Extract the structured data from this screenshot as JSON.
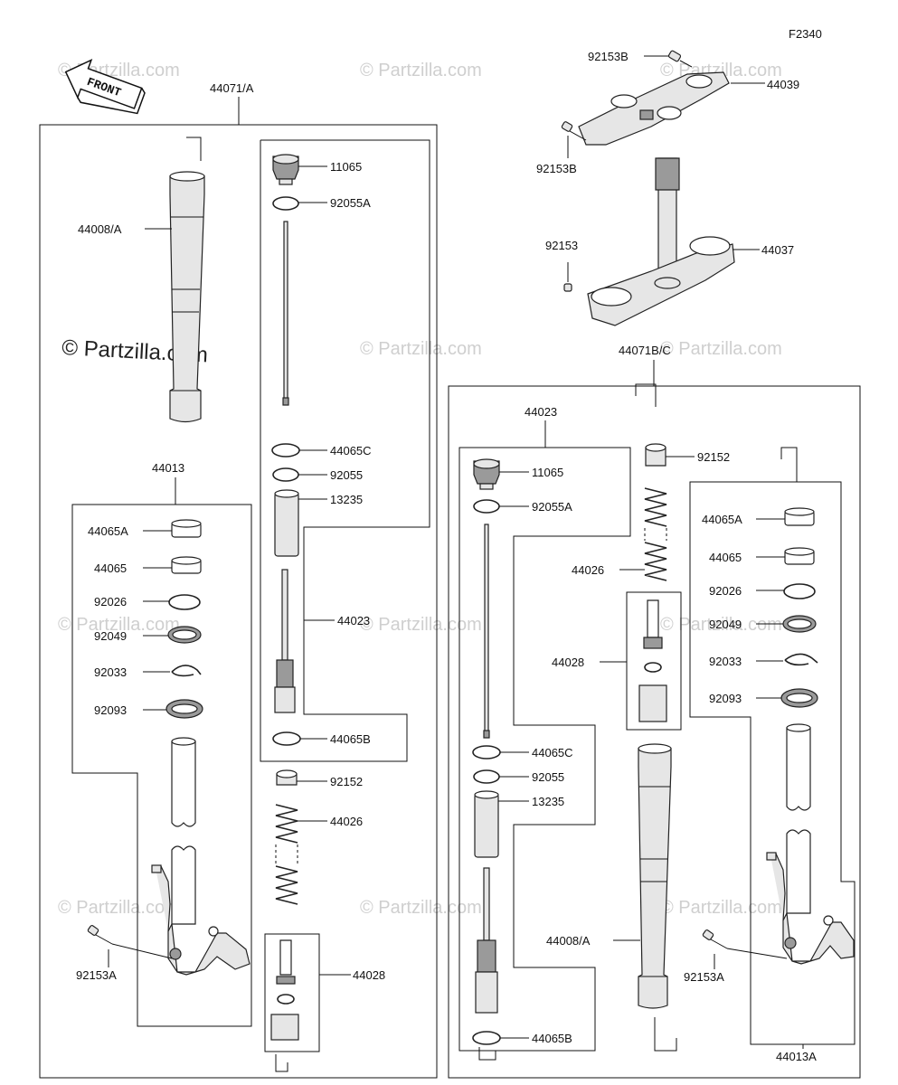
{
  "figure_code": "F2340",
  "watermark": "© Partzilla.com",
  "watermark_main": "© Partzilla.com",
  "front_label": "FRONT",
  "labels": {
    "l44071A": "44071/A",
    "l44071BC": "44071B/C",
    "l44008A_left": "44008/A",
    "l11065_left": "11065",
    "l92055A_left": "92055A",
    "l44065C_left": "44065C",
    "l92055_left": "92055",
    "l13235_left": "13235",
    "l44023_left": "44023",
    "l44065B_left": "44065B",
    "l92152_left": "92152",
    "l44026_left": "44026",
    "l44028_left": "44028",
    "l44013": "44013",
    "l44065A_left": "44065A",
    "l44065_left": "44065",
    "l92026_left": "92026",
    "l92049_left": "92049",
    "l92033_left": "92033",
    "l92093_left": "92093",
    "l92153A_left": "92153A",
    "l92153B_top": "92153B",
    "l44039": "44039",
    "l92153B_mid": "92153B",
    "l92153": "92153",
    "l44037": "44037",
    "l44023_right": "44023",
    "l11065_right": "11065",
    "l92055A_right": "92055A",
    "l44065C_right": "44065C",
    "l92055_right": "92055",
    "l13235_right": "13235",
    "l44065B_right": "44065B",
    "l92152_right": "92152",
    "l44026_right": "44026",
    "l44028_right": "44028",
    "l44008A_right": "44008/A",
    "l44065A_right": "44065A",
    "l44065_right": "44065",
    "l92026_right": "92026",
    "l92049_right": "92049",
    "l92033_right": "92033",
    "l92093_right": "92093",
    "l92153A_right": "92153A",
    "l44013A": "44013A"
  }
}
